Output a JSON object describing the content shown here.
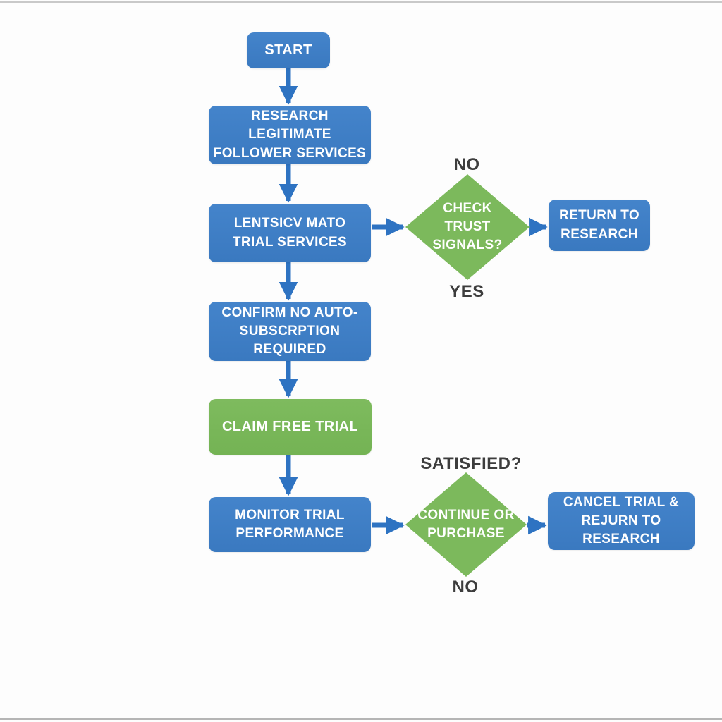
{
  "diagram": {
    "type": "flowchart",
    "colors": {
      "process_blue": "#3d7ec6",
      "decision_green": "#7cb95c",
      "arrow_blue": "#2e73c2",
      "node_text": "#ffffff",
      "edge_label_text": "#3d3d3d",
      "background": "#fdfdfd",
      "frame_line": "#c9c9c9"
    },
    "nodes": {
      "start": {
        "shape": "rounded-rect",
        "color": "blue",
        "lines": [
          "START"
        ]
      },
      "research": {
        "shape": "rounded-rect",
        "color": "blue",
        "lines": [
          "RESEARCH LEGITIMATE",
          "FOLLOWER SERVICES"
        ]
      },
      "trial_services": {
        "shape": "rounded-rect",
        "color": "blue",
        "lines": [
          "LENTSICV MATO",
          "TRIAL SERVICES"
        ]
      },
      "check_trust": {
        "shape": "diamond",
        "color": "green",
        "lines": [
          "CHECK",
          "TRUST",
          "SIGNALS?"
        ]
      },
      "return_research": {
        "shape": "rounded-rect",
        "color": "blue",
        "lines": [
          "RETURN TO",
          "RESEARCH"
        ]
      },
      "confirm_auto": {
        "shape": "rounded-rect",
        "color": "blue",
        "lines": [
          "CONFIRM NO AUTO-",
          "SUBSCRPTION REQUIRED"
        ]
      },
      "claim_trial": {
        "shape": "rounded-rect",
        "color": "green",
        "lines": [
          "CLAIM FREE TRIAL"
        ]
      },
      "monitor": {
        "shape": "rounded-rect",
        "color": "blue",
        "lines": [
          "MONITOR TRIAL",
          "PERFORMANCE"
        ]
      },
      "continue_purchase": {
        "shape": "diamond",
        "color": "green",
        "lines": [
          "CONTINUE OR",
          "PURCHASE"
        ]
      },
      "cancel_trial": {
        "shape": "rounded-rect",
        "color": "blue",
        "lines": [
          "CANCEL TRIAL &",
          "REJURN TO RESEARCH"
        ]
      }
    },
    "edge_labels": {
      "no_top": "NO",
      "yes": "YES",
      "satisfied": "SATISFIED?",
      "no_bottom": "NO"
    }
  }
}
